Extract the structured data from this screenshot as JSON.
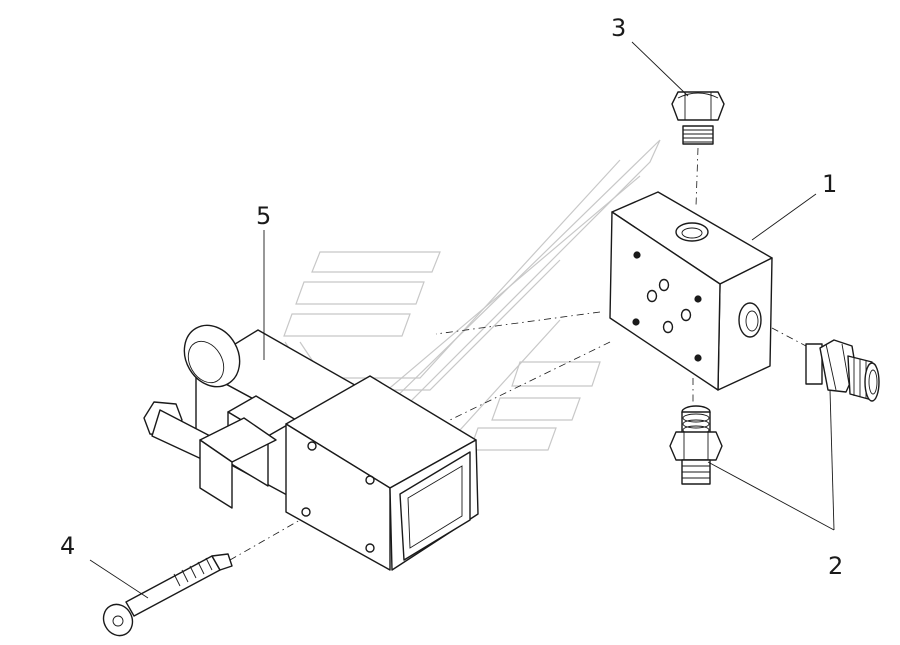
{
  "callouts": {
    "c1": "1",
    "c2": "2",
    "c3": "3",
    "c4": "4",
    "c5": "5"
  },
  "colors": {
    "line": "#1a1a1a",
    "watermark": "#c8c8c8",
    "background": "#ffffff"
  }
}
